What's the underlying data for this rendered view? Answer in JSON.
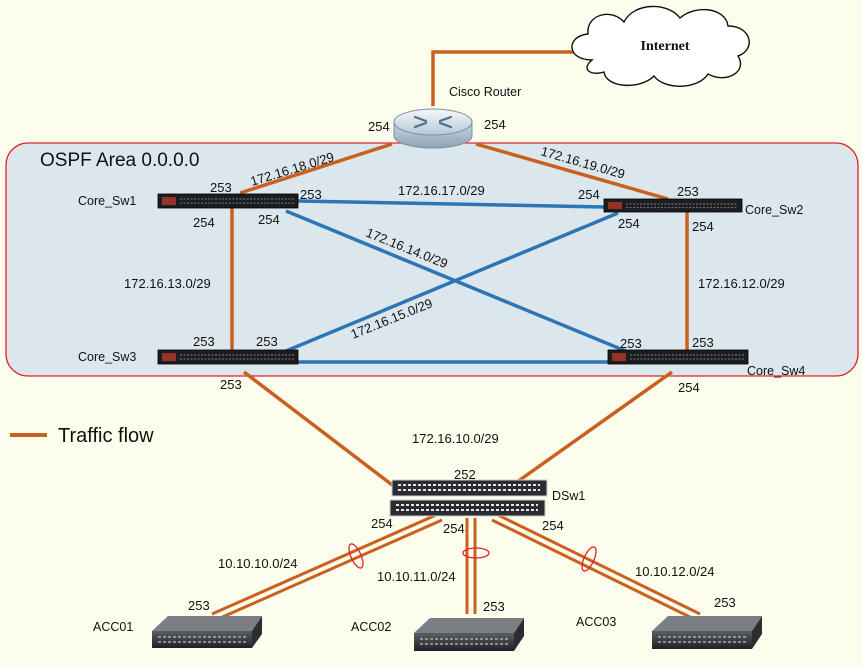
{
  "area": {
    "label": "OSPF Area 0.0.0.0"
  },
  "legend": {
    "label": "Traffic flow"
  },
  "colors": {
    "traffic": "#c9601e",
    "ospf_link": "#2e75b6",
    "area_border": "#e0242a",
    "area_fill": "#dbe7ed",
    "background": "#fdfdee"
  },
  "devices": {
    "internet": "Internet",
    "router": "Cisco Router",
    "core_sw1": "Core_Sw1",
    "core_sw2": "Core_Sw2",
    "core_sw3": "Core_Sw3",
    "core_sw4": "Core_Sw4",
    "dsw1": "DSw1",
    "acc01": "ACC01",
    "acc02": "ACC02",
    "acc03": "ACC03"
  },
  "networks": {
    "r_sw1": "172.16.18.0/29",
    "r_sw2": "172.16.19.0/29",
    "sw1_sw2": "172.16.17.0/29",
    "sw1_sw4": "172.16.14.0/29",
    "sw3_sw2": "172.16.15.0/29",
    "sw1_sw3": "172.16.13.0/29",
    "sw2_sw4": "172.16.12.0/29",
    "core_dsw": "172.16.10.0/29",
    "acc01": "10.10.10.0/24",
    "acc02": "10.10.11.0/24",
    "acc03": "10.10.12.0/24"
  },
  "hosts": {
    "router_left": "254",
    "router_right": "254",
    "sw1_top": "253",
    "sw1_right": "253",
    "sw1_left_bottom": "254",
    "sw1_right_bottom": "254",
    "sw2_left": "254",
    "sw2_top": "253",
    "sw2_bottom_left": "254",
    "sw2_bottom_right": "254",
    "sw3_left": "253",
    "sw3_right": "253",
    "sw3_bottom": "253",
    "sw4_left": "253",
    "sw4_right": "253",
    "sw4_bottom": "254",
    "dsw_top": "252",
    "dsw_acc01": "254",
    "dsw_acc02": "254",
    "dsw_acc03": "254",
    "acc01": "253",
    "acc02": "253",
    "acc03": "253"
  }
}
